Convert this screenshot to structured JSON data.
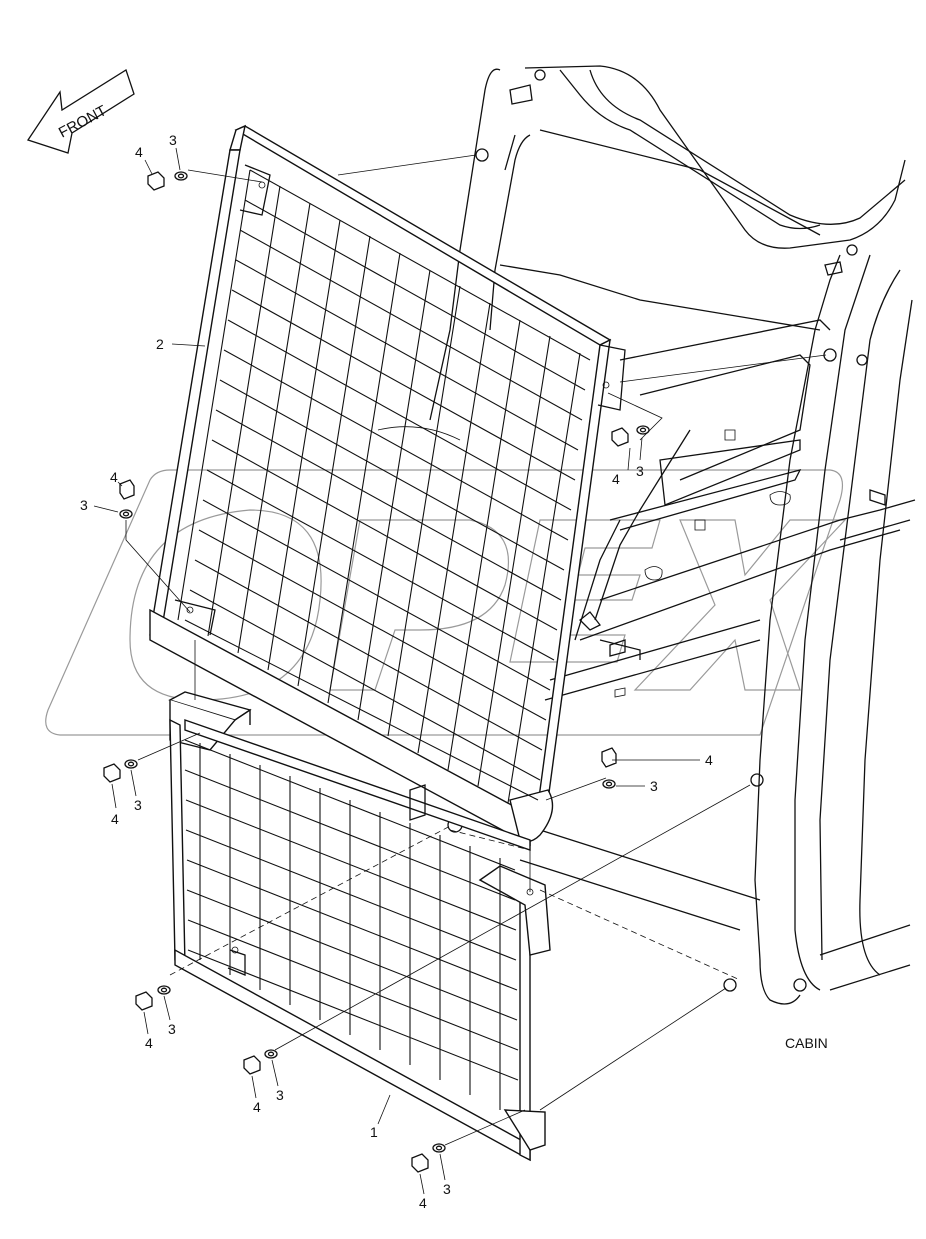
{
  "diagram": {
    "direction_label": "FRONT",
    "assembly_label": "CABIN",
    "callouts": [
      {
        "id": "c4a",
        "text": "4"
      },
      {
        "id": "c3a",
        "text": "3"
      },
      {
        "id": "c2",
        "text": "2"
      },
      {
        "id": "c4b",
        "text": "4"
      },
      {
        "id": "c3b",
        "text": "3"
      },
      {
        "id": "c3c",
        "text": "3"
      },
      {
        "id": "c4c",
        "text": "4"
      },
      {
        "id": "c4d",
        "text": "4"
      },
      {
        "id": "c3d",
        "text": "3"
      },
      {
        "id": "c4e",
        "text": "4"
      },
      {
        "id": "c3e",
        "text": "3"
      },
      {
        "id": "c4f",
        "text": "4"
      },
      {
        "id": "c3f",
        "text": "3"
      },
      {
        "id": "c4g",
        "text": "4"
      },
      {
        "id": "c3g",
        "text": "3"
      },
      {
        "id": "c1",
        "text": "1"
      },
      {
        "id": "c4h",
        "text": "4"
      },
      {
        "id": "c3h",
        "text": "3"
      }
    ]
  }
}
